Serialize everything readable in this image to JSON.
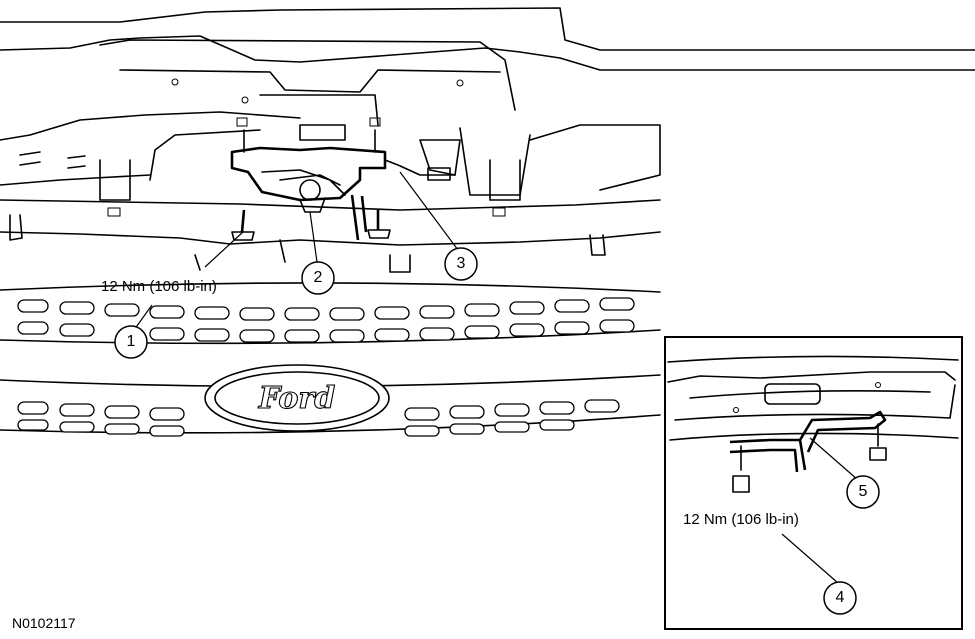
{
  "figure_id": "N0102117",
  "torque_left": "12 Nm (106 lb-in)",
  "torque_right": "12 Nm (106 lb-in)",
  "logo_text": "Ford",
  "callouts": [
    "1",
    "2",
    "3",
    "4",
    "5"
  ]
}
